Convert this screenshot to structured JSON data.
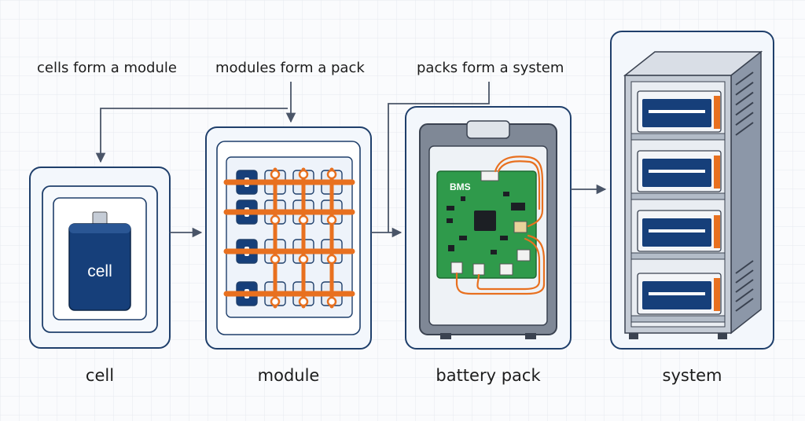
{
  "annotations": {
    "cells_to_module": "cells form a module",
    "modules_to_pack": "modules form a pack",
    "packs_to_system": "packs form a system"
  },
  "stages": {
    "cell": "cell",
    "module": "module",
    "pack": "battery pack",
    "system": "system"
  },
  "cell_text": "cell",
  "bms_text": "BMS",
  "colors": {
    "frame_border": "#1f3f6b",
    "frame_fill": "#f3f7fc",
    "cell_blue": "#163f7a",
    "busbar_orange": "#e8701f",
    "pcb_green": "#2f9a4b",
    "rack_gray": "#8c97a8",
    "arrow_gray": "#4a5568"
  }
}
